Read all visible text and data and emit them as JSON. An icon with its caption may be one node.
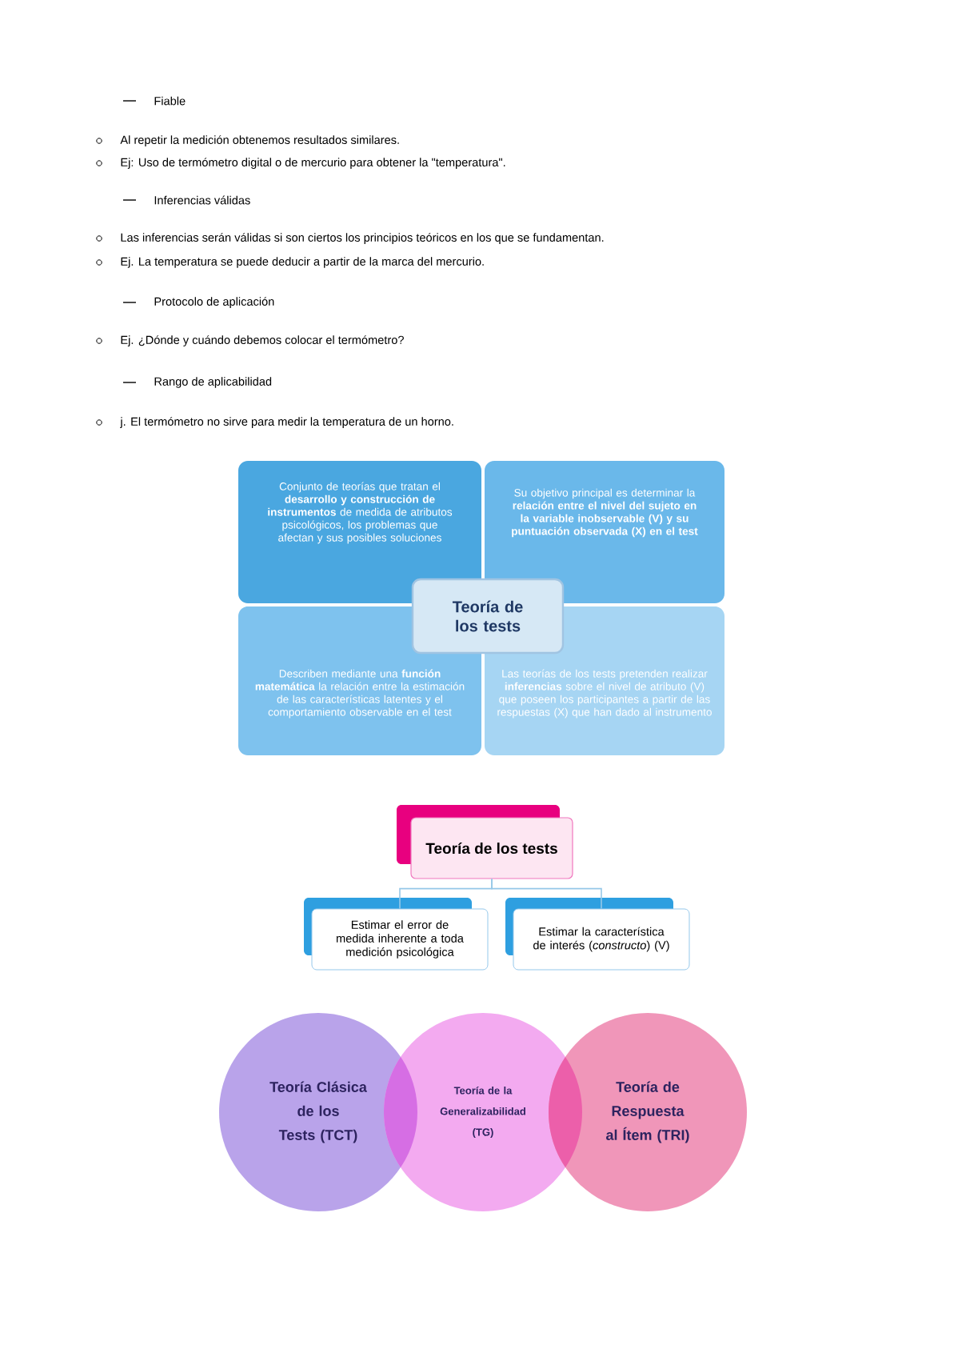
{
  "diagram": {
    "nodes": [
      {
        "text": [
          "Conjunto de teorías que tratan el **desarrollo y construcción de instrumentos** de medida de atributos psicológicos, los problemas que afectan y sus posibles soluciones"
        ]
      },
      {
        "text": [
          "Su objetivo principal es determinar la **relación entre el nivel del sujeto en la variable inobservable (V) y su puntuación observada (X) en el test**"
        ]
      },
      {
        "text": [
          "Describen mediante una **función matemática** la relación entre la estimación de las características latentes y el comportamiento observable en el test"
        ]
      },
      {
        "text": [
          "Las teorías de los tests pretenden realizar **inferencias** sobre el nivel de atributo (V) que poseen los participantes a partir de las respuestas (X) que han dado al instrumento"
        ]
      },
      {
        "text": [
          "Teoría de los tests"
        ]
      },
      {
        "text": [
          "Teoría de los tests"
        ]
      },
      {
        "text": [
          "Estimar el error de medida inherente a toda medición psicológica"
        ]
      },
      {
        "text": [
          "Estimar la característica de interés (*constructo*) (V)"
        ]
      },
      {
        "text": [
          "Teoría Clásica de los Tests (TCT)"
        ]
      },
      {
        "text": [
          "Teoría de la Generalizabilidad (TG)"
        ]
      },
      {
        "text": [
          "Teoría de Respuesta al Ítem (TRI)"
        ]
      }
    ],
    "edges": [
      {
        "from": 5,
        "to": 6,
        "arrow": "none"
      },
      {
        "from": 5,
        "to": 7,
        "arrow": "none"
      }
    ],
    "labels": [
      "Fiable",
      "Al repetir la medición obtenemos resultados similares.",
      "Ej: Uso de termómetro digital o de mercurio para obtener la \"temperatura\".",
      "Inferencias válidas",
      "Las inferencias serán válidas si son ciertos los principios teóricos en los que se fundamentan.",
      "Ej. La temperatura se puede deducir a partir de la marca del mercurio.",
      "Protocolo de aplicación",
      "Ej. ¿Dónde y cuándo debemos colocar el termómetro?",
      "Rango de aplicabilidad",
      "j. El termómetro no sirve para medir la temperatura de un horno."
    ]
  }
}
